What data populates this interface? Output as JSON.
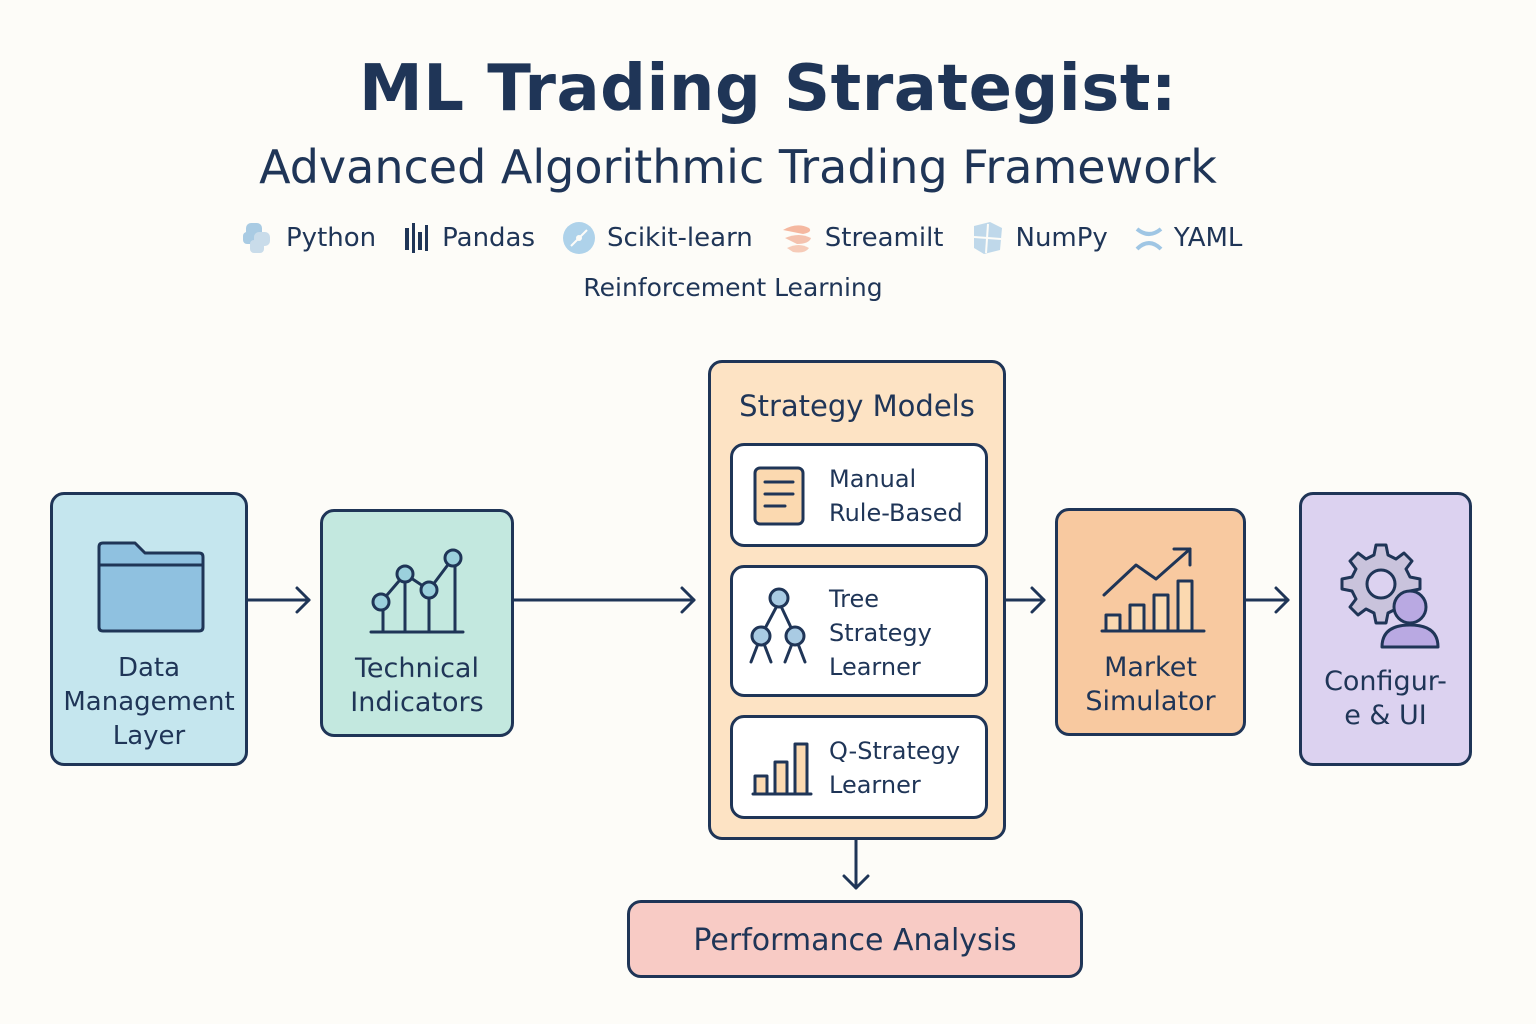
{
  "header": {
    "title": "ML Trading Strategist:",
    "subtitle": "Advanced Algorithmic Trading Framework"
  },
  "tech_stack": {
    "items": [
      {
        "label": "Python",
        "icon": "python-icon"
      },
      {
        "label": "Pandas",
        "icon": "pandas-icon"
      },
      {
        "label": "Scikit-learn",
        "icon": "scikit-learn-icon"
      },
      {
        "label": "Streamilt",
        "icon": "streamlit-icon"
      },
      {
        "label": "NumPy",
        "icon": "numpy-icon"
      },
      {
        "label": "YAML",
        "icon": "yaml-icon"
      }
    ],
    "extra": "Reinforcement Learning"
  },
  "nodes": {
    "data_management": {
      "line1": "Data",
      "line2": "Management",
      "line3": "Layer",
      "icon": "folder-icon",
      "color": "#c5e6ee"
    },
    "technical_indicators": {
      "line1": "Technical",
      "line2": "Indicators",
      "icon": "line-chart-icon",
      "color": "#c3e8df"
    },
    "strategy_models": {
      "title": "Strategy Models",
      "color": "#fde3c4",
      "items": [
        {
          "line1": "Manual",
          "line2": "Rule-Based",
          "icon": "document-icon"
        },
        {
          "line1": "Tree",
          "line2": "Strategy",
          "line3": "Learner",
          "icon": "tree-icon"
        },
        {
          "line1": "Q-Strategy",
          "line2": "Learner",
          "icon": "bar-chart-icon"
        }
      ]
    },
    "market_simulator": {
      "line1": "Market",
      "line2": "Simulator",
      "icon": "growth-chart-icon",
      "color": "#f8c9a0"
    },
    "configuration_ui": {
      "line1": "Configur-",
      "line2": "e & UI",
      "icon": "gear-user-icon",
      "color": "#dcd2f0"
    },
    "performance_analysis": {
      "label": "Performance Analysis",
      "color": "#f8cbc5"
    }
  },
  "colors": {
    "ink": "#1f3557",
    "background": "#fdfcf8"
  }
}
